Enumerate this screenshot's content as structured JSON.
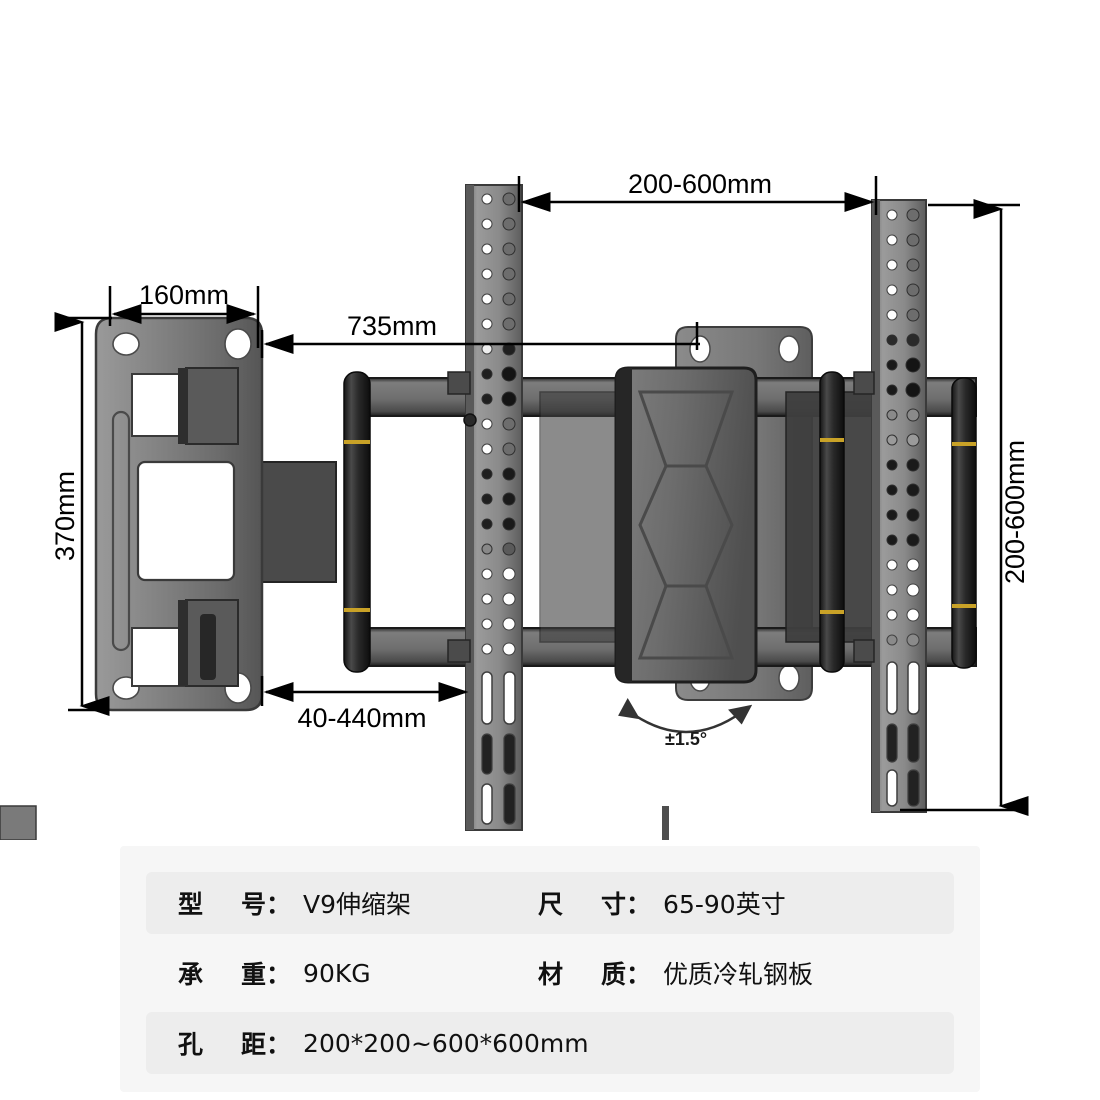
{
  "product": {
    "type": "tv-wall-mount-bracket",
    "view": "technical-dimension-drawing"
  },
  "dimensions": {
    "top_horizontal": "200-600mm",
    "left_plate_width": "160mm",
    "arm_extension_top": "735mm",
    "left_plate_height": "370mm",
    "bottom_horizontal": "40-440mm",
    "right_vertical": "200-600mm",
    "tilt_angle": "±1.5°"
  },
  "spec_table": {
    "rows": [
      {
        "left_label_a": "型",
        "left_label_b": "号",
        "left_colon": "：",
        "left_value": "V9伸缩架",
        "right_label_a": "尺",
        "right_label_b": "寸",
        "right_colon": "：",
        "right_value": "65-90英寸"
      },
      {
        "left_label_a": "承",
        "left_label_b": "重",
        "left_colon": "：",
        "left_value": "90KG",
        "right_label_a": "材",
        "right_label_b": "质",
        "right_colon": "：",
        "right_value": "优质冷轧钢板"
      },
      {
        "left_label_a": "孔",
        "left_label_b": "距",
        "left_colon": "：",
        "left_value": "200*200~600*600mm",
        "right_label_a": "",
        "right_label_b": "",
        "right_colon": "",
        "right_value": ""
      }
    ]
  },
  "colors": {
    "background": "#ffffff",
    "panel_bg": "#f6f6f6",
    "row_band": "#ededed",
    "text": "#111111",
    "metal_light": "#8d8d8d",
    "metal_mid": "#6e6e6e",
    "metal_dark": "#3a3a3a",
    "black_part": "#1a1a1a",
    "brass_accent": "#c9a227",
    "dimension_line": "#000000"
  }
}
